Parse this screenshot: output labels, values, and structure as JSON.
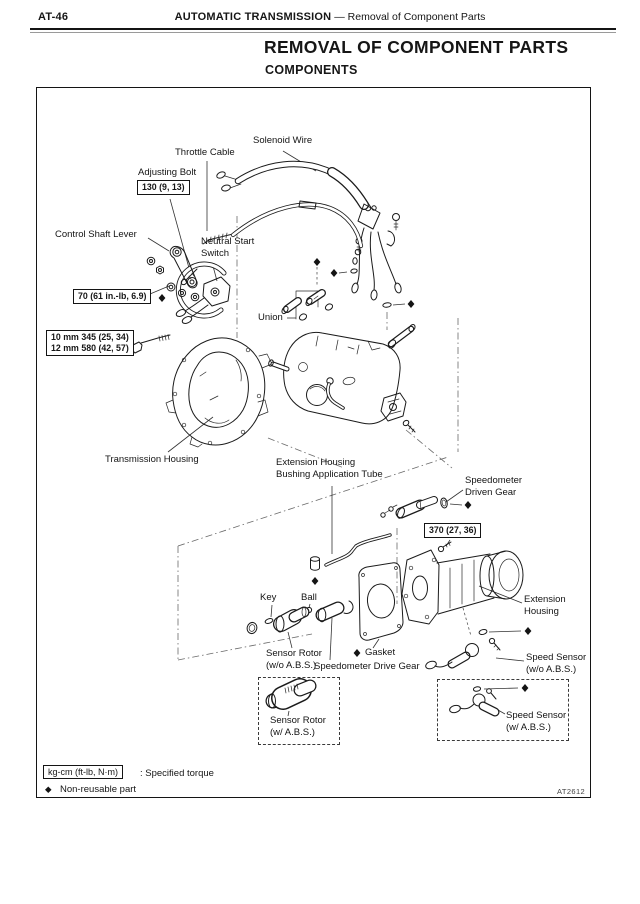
{
  "page": {
    "code": "AT-46",
    "section_title": "AUTOMATIC TRANSMISSION",
    "section_subtitle": "— Removal of Component Parts",
    "title": "REMOVAL OF COMPONENT PARTS",
    "subtitle": "COMPONENTS",
    "figure_code": "AT2612"
  },
  "labels": {
    "solenoid_wire": "Solenoid Wire",
    "throttle_cable": "Throttle Cable",
    "adjusting_bolt": "Adjusting Bolt",
    "control_shaft_lever": "Control Shaft Lever",
    "neutral_start_switch": "Neutral Start\nSwitch",
    "union": "Union",
    "transmission_housing": "Transmission Housing",
    "extension_housing_tube": "Extension Housing\nBushing Application Tube",
    "speedometer_driven_gear": "Speedometer\nDriven Gear",
    "extension_housing": "Extension\nHousing",
    "key": "Key",
    "ball": "Ball",
    "sensor_rotor_wo_abs": "Sensor Rotor\n(w/o A.B.S.)",
    "gasket": "Gasket",
    "speedometer_drive_gear": "Speedometer Drive Gear",
    "speed_sensor_wo_abs": "Speed Sensor\n(w/o A.B.S.)",
    "sensor_rotor_w_abs": "Sensor Rotor\n(w/ A.B.S.)",
    "speed_sensor_w_abs": "Speed Sensor\n(w/ A.B.S.)"
  },
  "torques": {
    "adjusting_bolt": "130 (9, 13)",
    "neutral_start_switch": "70 (61 in.-lb, 6.9)",
    "housing_bolts": "10 mm  345 (25, 34)\n12 mm  580 (42, 57)",
    "speedometer_driven_gear": "370 (27, 36)"
  },
  "legend": {
    "torque_unit_box": "kg-cm (ft-lb, N·m)",
    "torque_text": ":  Specified torque",
    "diamond": "◆",
    "non_reusable_text": "Non-reusable part"
  }
}
